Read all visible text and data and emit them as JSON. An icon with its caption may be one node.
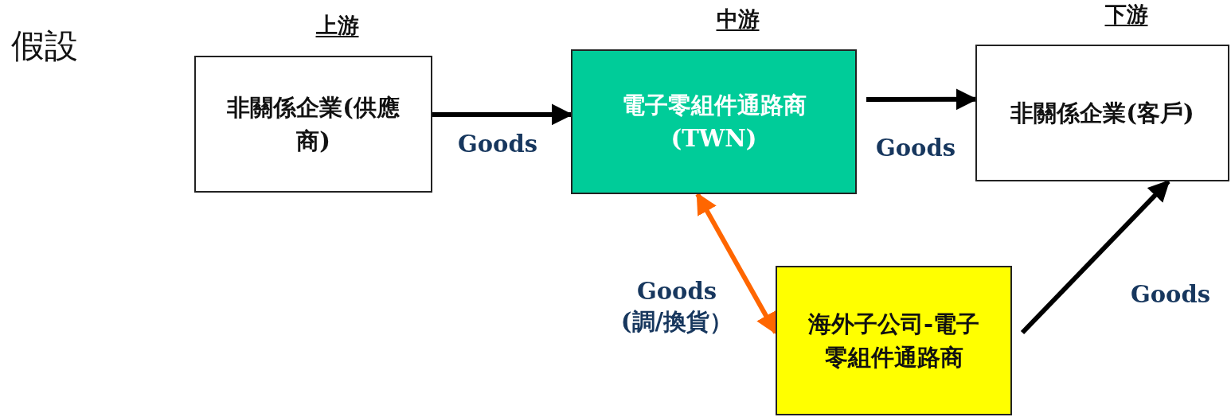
{
  "diagram": {
    "nodes": [
      {
        "text": [
          "非關係企業(供應商)"
        ],
        "beside": [
          "上游"
        ]
      },
      {
        "text": [
          "電子零組件通路商 (TWN)"
        ],
        "beside": [
          "中游"
        ]
      },
      {
        "text": [
          "非關係企業(客戶)"
        ],
        "beside": [
          "下游"
        ]
      },
      {
        "text": [
          "海外子公司-電子零組件通路商"
        ]
      }
    ],
    "edges": [
      {
        "from": 0,
        "to": 1,
        "arrow": "to",
        "label": "Goods"
      },
      {
        "from": 1,
        "to": 2,
        "arrow": "to",
        "label": "Goods"
      },
      {
        "from": 1,
        "to": 3,
        "arrow": "both",
        "label": "Goods (調/換貨）",
        "color": "#ff6600"
      },
      {
        "from": 3,
        "to": 2,
        "arrow": "to",
        "label": "Goods"
      }
    ],
    "labels": [
      "假設"
    ]
  }
}
